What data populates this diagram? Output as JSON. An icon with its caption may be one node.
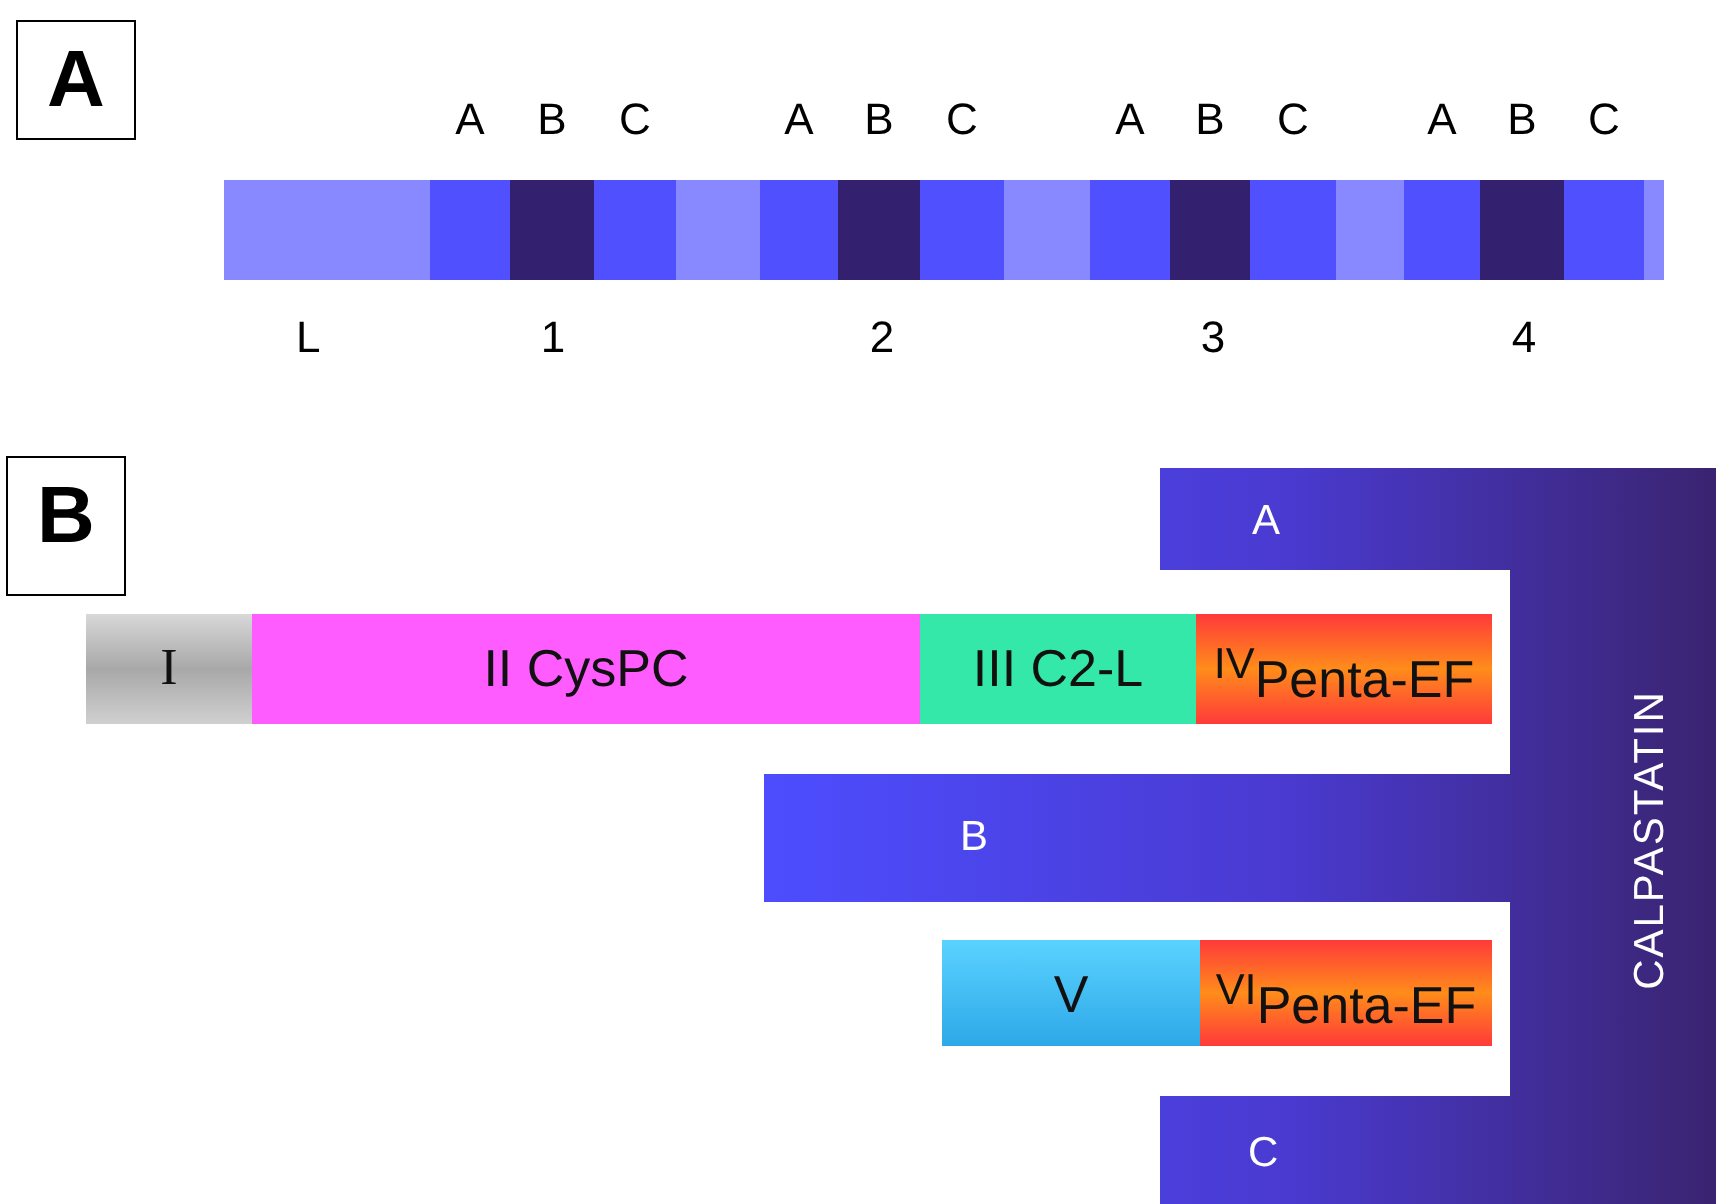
{
  "diagram": {
    "nodes": [
      {
        "text": [
          "A"
        ]
      },
      {
        "text": [
          "L"
        ]
      },
      {
        "text": [
          "1"
        ]
      },
      {
        "text": [
          "A"
        ],
        "in": 2
      },
      {
        "text": [
          "B"
        ],
        "in": 2
      },
      {
        "text": [
          "C"
        ],
        "in": 2
      },
      {
        "text": [
          "2"
        ]
      },
      {
        "text": [
          "A"
        ],
        "in": 6
      },
      {
        "text": [
          "B"
        ],
        "in": 6
      },
      {
        "text": [
          "C"
        ],
        "in": 6
      },
      {
        "text": [
          "3"
        ]
      },
      {
        "text": [
          "A"
        ],
        "in": 10
      },
      {
        "text": [
          "B"
        ],
        "in": 10
      },
      {
        "text": [
          "C"
        ],
        "in": 10
      },
      {
        "text": [
          "4"
        ]
      },
      {
        "text": [
          "A"
        ],
        "in": 14
      },
      {
        "text": [
          "B"
        ],
        "in": 14
      },
      {
        "text": [
          "C"
        ],
        "in": 14
      },
      {
        "text": [
          "B"
        ]
      },
      {
        "text": [
          "A",
          "B",
          "CALPASTATIN",
          "C"
        ]
      },
      {
        "text": [
          "I"
        ]
      },
      {
        "text": [
          "II CysPC"
        ]
      },
      {
        "text": [
          "III C2-L"
        ]
      },
      {
        "text": [
          "$^{IV}$Penta-EF"
        ]
      },
      {
        "text": [
          "V"
        ]
      },
      {
        "text": [
          "$^{VI}$Penta-EF"
        ]
      }
    ]
  }
}
